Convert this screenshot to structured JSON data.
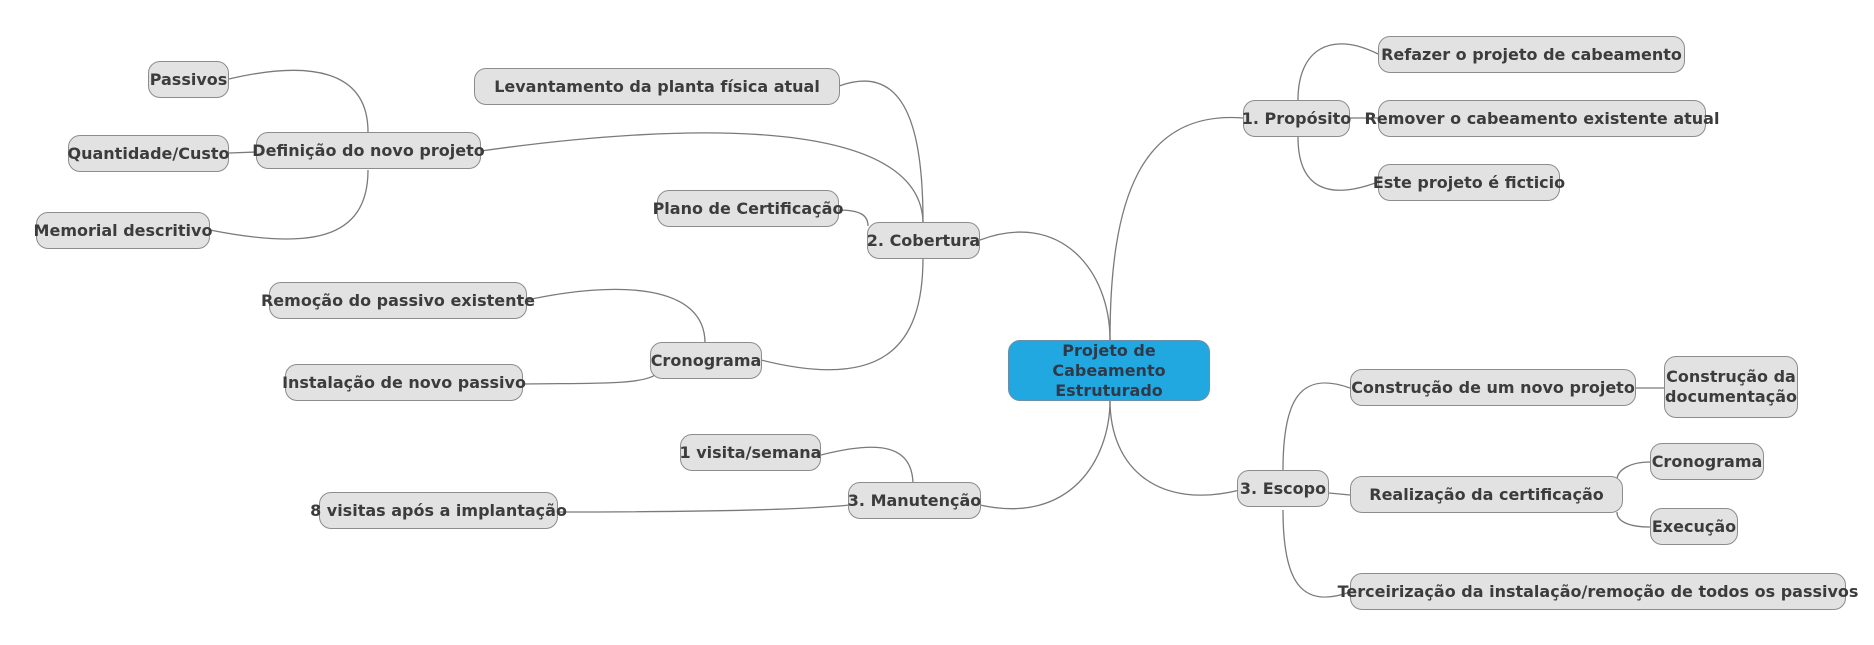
{
  "diagram": {
    "root": {
      "label": "Projeto de Cabeamento Estruturado",
      "color": "#22a8e0"
    },
    "branches": {
      "proposito": {
        "label": "1. Propósito",
        "children": [
          "Refazer o projeto de cabeamento",
          "Remover o cabeamento existente atual",
          "Este projeto é ficticio"
        ]
      },
      "cobertura": {
        "label": "2. Cobertura",
        "levantamento": "Levantamento da planta física atual",
        "definicao": {
          "label": "Definição do novo projeto",
          "children": [
            "Passivos",
            "Quantidade/Custo",
            "Memorial descritivo"
          ]
        },
        "plano": "Plano de Certificação",
        "cronograma": {
          "label": "Cronograma",
          "children": [
            "Remoção do passivo existente",
            "Instalação de novo passivo"
          ]
        }
      },
      "manutencao": {
        "label": "3. Manutenção",
        "children": [
          "1 visita/semana",
          "8 visitas após a implantação"
        ]
      },
      "escopo": {
        "label": "3. Escopo",
        "construcao": {
          "label": "Construção de um novo projeto",
          "children": [
            "Construção da documentação"
          ]
        },
        "realizacao": {
          "label": "Realização da certificação",
          "children": [
            "Cronograma",
            "Execução"
          ]
        },
        "terceirizacao": "Terceirização da instalação/remoção de todos os passivos"
      }
    },
    "node_fill": "#e2e2e2",
    "line_color": "#7a7a7a"
  }
}
